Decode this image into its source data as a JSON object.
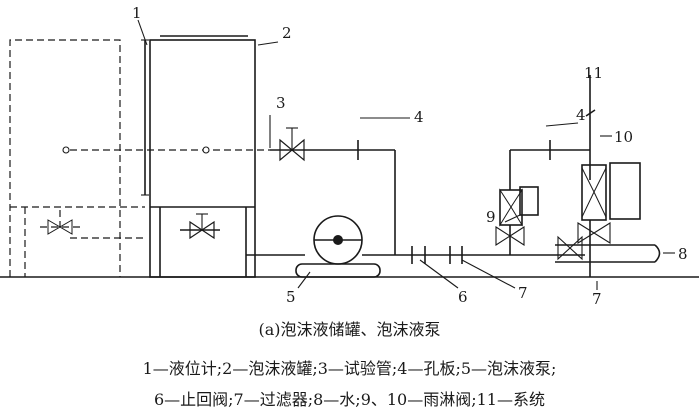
{
  "callouts": {
    "c1": "1",
    "c2": "2",
    "c3": "3",
    "c4_left": "4",
    "c4_right": "4",
    "c5": "5",
    "c6": "6",
    "c7_mid": "7",
    "c7_right": "7",
    "c8": "8",
    "c9": "9",
    "c10": "10",
    "c11": "11"
  },
  "caption": {
    "title": "(a)泡沫液储罐、泡沫液泵",
    "legend_line1": "1—液位计;2—泡沫液罐;3—试验管;4—孔板;5—泡沫液泵;",
    "legend_line2": "6—止回阀;7—过滤器;8—水;9、10—雨淋阀;11—系统"
  }
}
